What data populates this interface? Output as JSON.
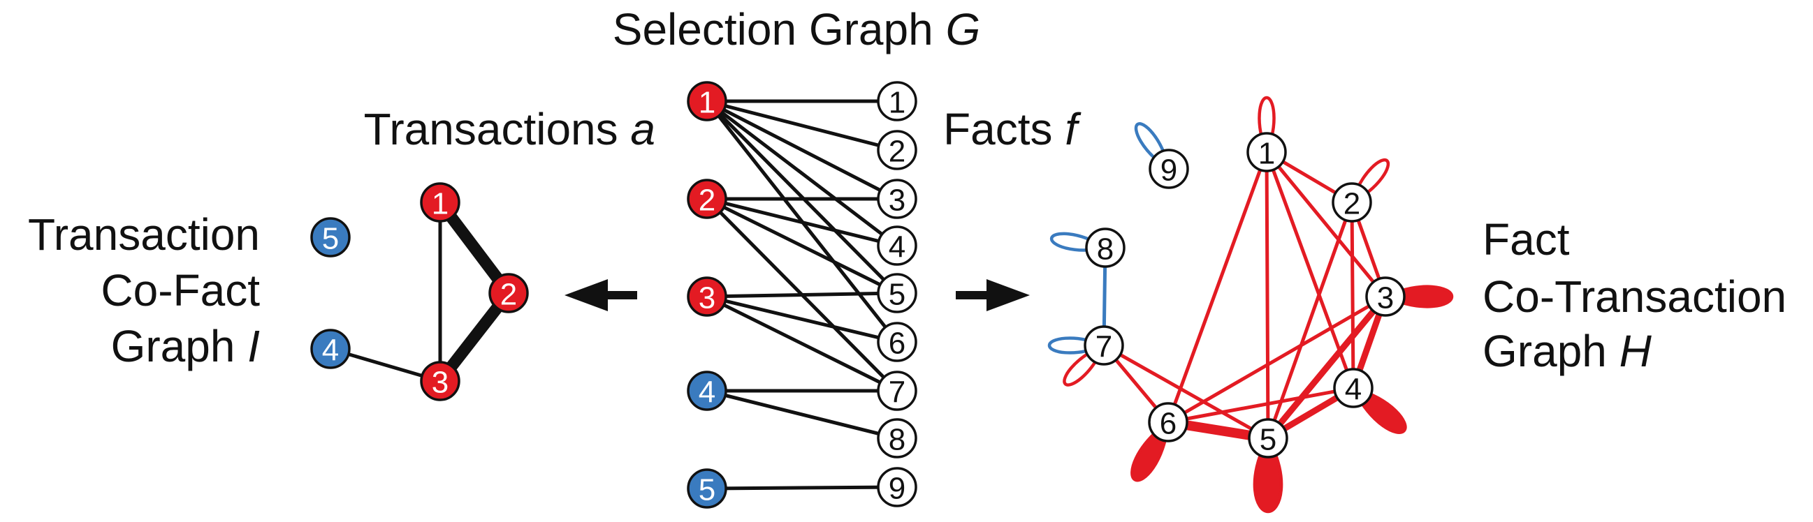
{
  "titles": {
    "selection_graph": "Selection Graph ",
    "selection_graph_var": "G",
    "transactions": "Transactions ",
    "transactions_var": "a",
    "facts": "Facts ",
    "facts_var": "f",
    "tcf_line1": "Transaction",
    "tcf_line2": "Co-Fact",
    "tcf_line3": "Graph ",
    "tcf_var": "I",
    "fct_line1": "Fact",
    "fct_line2": "Co-Transaction",
    "fct_line3": "Graph ",
    "fct_var": "H"
  },
  "colors": {
    "red": "#e31b23",
    "blue": "#3a7bbf",
    "black": "#111111",
    "node_outline": "#111111",
    "open_node_fill": "#ffffff"
  },
  "selection_graph": {
    "transactions": [
      {
        "id": 1,
        "label": "1",
        "color": "red"
      },
      {
        "id": 2,
        "label": "2",
        "color": "red"
      },
      {
        "id": 3,
        "label": "3",
        "color": "red"
      },
      {
        "id": 4,
        "label": "4",
        "color": "blue"
      },
      {
        "id": 5,
        "label": "5",
        "color": "blue"
      }
    ],
    "facts": [
      "1",
      "2",
      "3",
      "4",
      "5",
      "6",
      "7",
      "8",
      "9"
    ],
    "edges": [
      [
        1,
        1
      ],
      [
        1,
        2
      ],
      [
        1,
        3
      ],
      [
        1,
        4
      ],
      [
        1,
        5
      ],
      [
        1,
        6
      ],
      [
        2,
        3
      ],
      [
        2,
        4
      ],
      [
        2,
        5
      ],
      [
        2,
        7
      ],
      [
        3,
        5
      ],
      [
        3,
        6
      ],
      [
        3,
        7
      ],
      [
        4,
        7
      ],
      [
        4,
        8
      ],
      [
        5,
        9
      ]
    ]
  },
  "transaction_graph": {
    "nodes": [
      {
        "id": 1,
        "label": "1",
        "color": "red"
      },
      {
        "id": 2,
        "label": "2",
        "color": "red"
      },
      {
        "id": 3,
        "label": "3",
        "color": "red"
      },
      {
        "id": 4,
        "label": "4",
        "color": "blue"
      },
      {
        "id": 5,
        "label": "5",
        "color": "blue"
      }
    ],
    "edges": [
      {
        "from": 1,
        "to": 2,
        "weight": 3
      },
      {
        "from": 2,
        "to": 3,
        "weight": 3
      },
      {
        "from": 1,
        "to": 3,
        "weight": 1
      },
      {
        "from": 4,
        "to": 3,
        "weight": 1
      }
    ]
  },
  "fact_graph": {
    "nodes": [
      {
        "id": 1,
        "label": "1"
      },
      {
        "id": 2,
        "label": "2"
      },
      {
        "id": 3,
        "label": "3"
      },
      {
        "id": 4,
        "label": "4"
      },
      {
        "id": 5,
        "label": "5"
      },
      {
        "id": 6,
        "label": "6"
      },
      {
        "id": 7,
        "label": "7"
      },
      {
        "id": 8,
        "label": "8"
      },
      {
        "id": 9,
        "label": "9"
      }
    ],
    "edges": [
      {
        "from": 1,
        "to": 2,
        "weight": 1,
        "color": "red"
      },
      {
        "from": 1,
        "to": 3,
        "weight": 1,
        "color": "red"
      },
      {
        "from": 1,
        "to": 4,
        "weight": 1,
        "color": "red"
      },
      {
        "from": 1,
        "to": 5,
        "weight": 1,
        "color": "red"
      },
      {
        "from": 1,
        "to": 6,
        "weight": 1,
        "color": "red"
      },
      {
        "from": 2,
        "to": 3,
        "weight": 1,
        "color": "red"
      },
      {
        "from": 2,
        "to": 4,
        "weight": 1,
        "color": "red"
      },
      {
        "from": 2,
        "to": 5,
        "weight": 1,
        "color": "red"
      },
      {
        "from": 3,
        "to": 4,
        "weight": 2,
        "color": "red"
      },
      {
        "from": 3,
        "to": 5,
        "weight": 2,
        "color": "red"
      },
      {
        "from": 3,
        "to": 6,
        "weight": 1,
        "color": "red"
      },
      {
        "from": 4,
        "to": 5,
        "weight": 2,
        "color": "red"
      },
      {
        "from": 4,
        "to": 6,
        "weight": 1,
        "color": "red"
      },
      {
        "from": 5,
        "to": 6,
        "weight": 3,
        "color": "red"
      },
      {
        "from": 5,
        "to": 7,
        "weight": 1,
        "color": "red"
      },
      {
        "from": 6,
        "to": 7,
        "weight": 1,
        "color": "red"
      },
      {
        "from": 7,
        "to": 8,
        "weight": 1,
        "color": "blue"
      }
    ],
    "self_loops": [
      {
        "node": 1,
        "weight": 1,
        "color": "red"
      },
      {
        "node": 2,
        "weight": 1,
        "color": "red"
      },
      {
        "node": 3,
        "weight": 2,
        "color": "red"
      },
      {
        "node": 4,
        "weight": 2,
        "color": "red"
      },
      {
        "node": 5,
        "weight": 3,
        "color": "red"
      },
      {
        "node": 6,
        "weight": 2,
        "color": "red"
      },
      {
        "node": 7,
        "weight": 1,
        "color": "red"
      },
      {
        "node": 7,
        "weight": 1,
        "color": "blue"
      },
      {
        "node": 8,
        "weight": 1,
        "color": "blue"
      },
      {
        "node": 9,
        "weight": 1,
        "color": "blue"
      }
    ]
  }
}
